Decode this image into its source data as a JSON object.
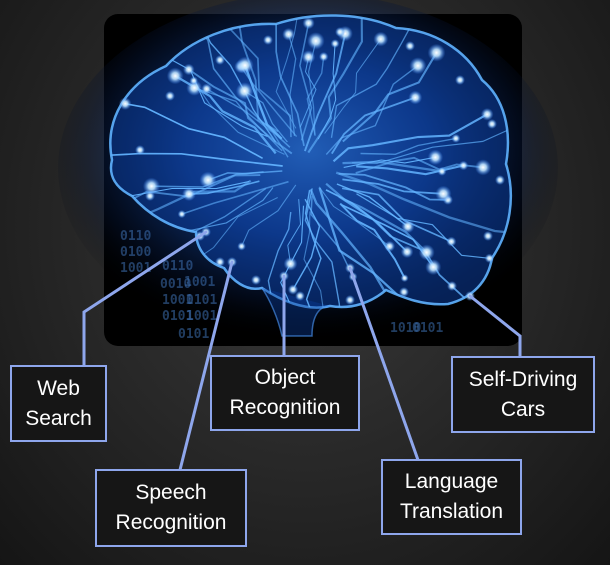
{
  "colors": {
    "background": "#262626",
    "glow": "#2f7fff",
    "circuit": "#63b4ff",
    "node": "#e6f6ff",
    "connector": "#8ea6ec",
    "box_fill": "#161616",
    "text": "#ffffff"
  },
  "image": {
    "subject": "circuit-brain-illustration",
    "binary_rows": [
      "0110",
      "0100",
      "1001",
      "0110",
      "0010",
      "1001",
      "1001",
      "0101",
      "0101",
      "1001",
      "1010",
      "0101",
      "0101"
    ]
  },
  "labels": [
    {
      "id": "web-search",
      "lines": [
        "Web",
        "Search"
      ]
    },
    {
      "id": "speech-recognition",
      "lines": [
        "Speech",
        "Recognition"
      ]
    },
    {
      "id": "object-recognition",
      "lines": [
        "Object",
        "Recognition"
      ]
    },
    {
      "id": "language-translation",
      "lines": [
        "Language",
        "Translation"
      ]
    },
    {
      "id": "self-driving-cars",
      "lines": [
        "Self-Driving",
        "Cars"
      ]
    }
  ]
}
